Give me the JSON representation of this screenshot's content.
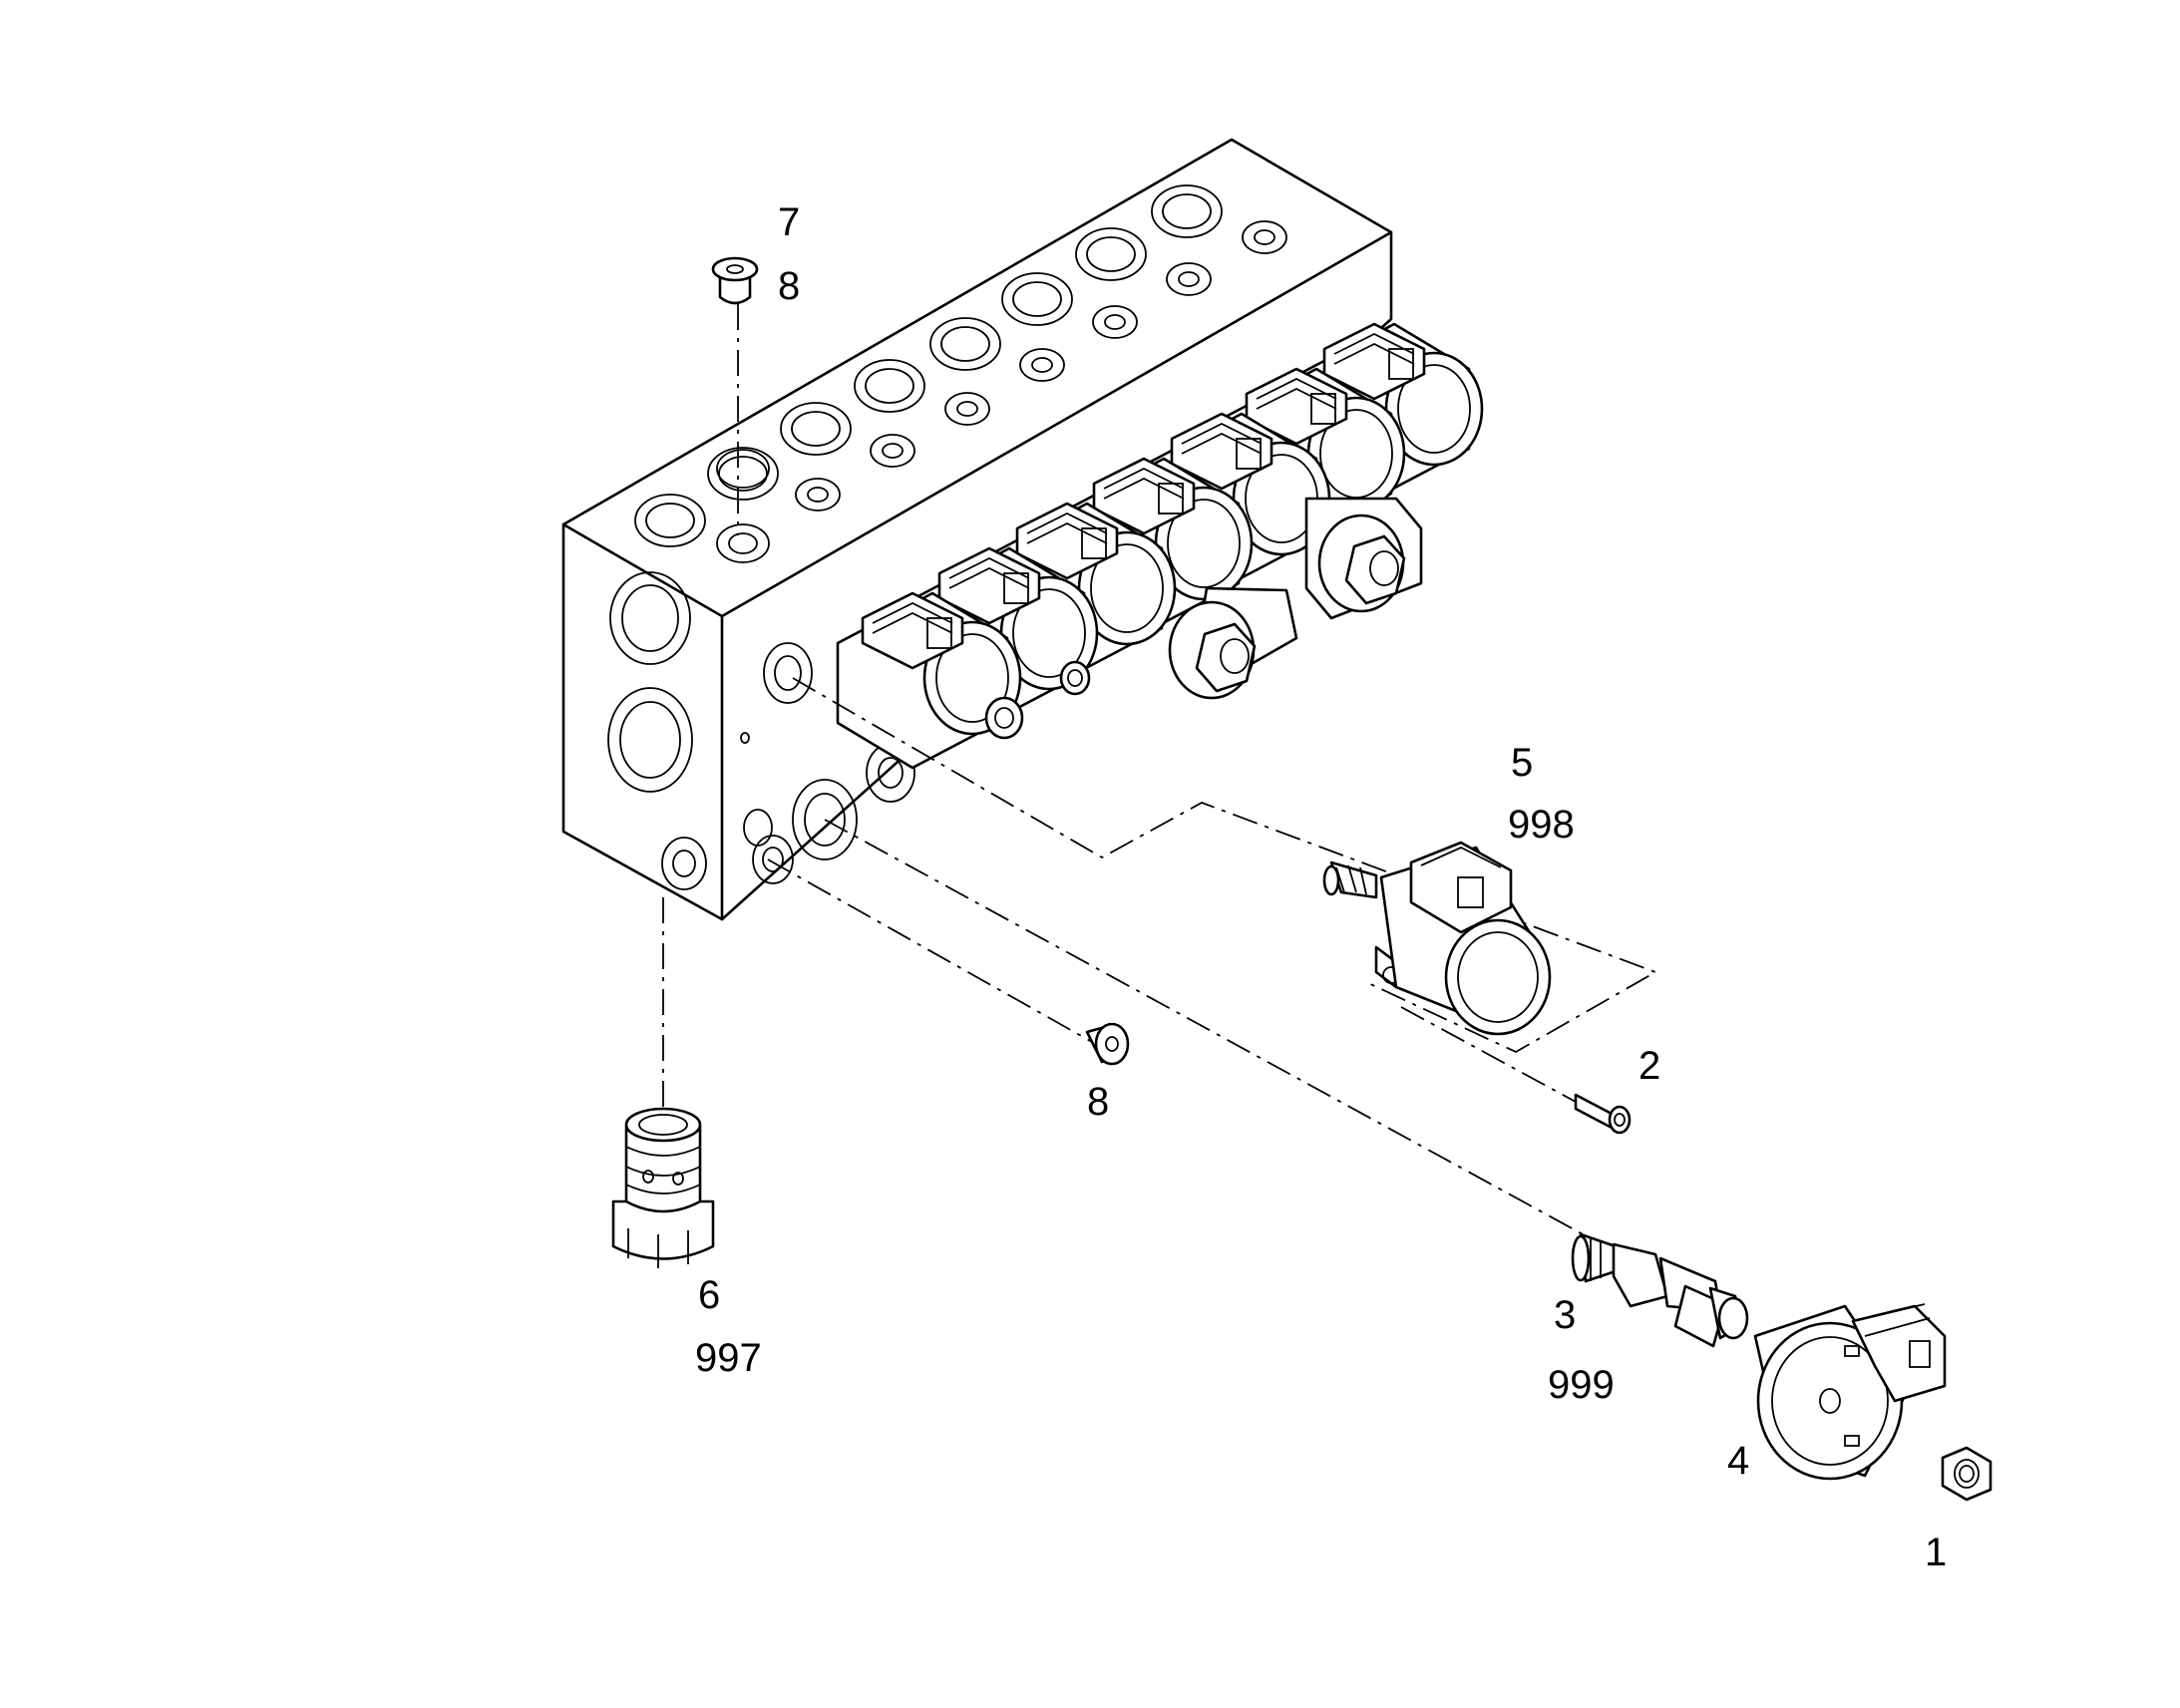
{
  "callouts": {
    "c7": "7",
    "c8_top": "8",
    "c5": "5",
    "c998": "998",
    "c2": "2",
    "c8_mid": "8",
    "c6": "6",
    "c997": "997",
    "c3": "3",
    "c999": "999",
    "c4": "4",
    "c1": "1"
  }
}
